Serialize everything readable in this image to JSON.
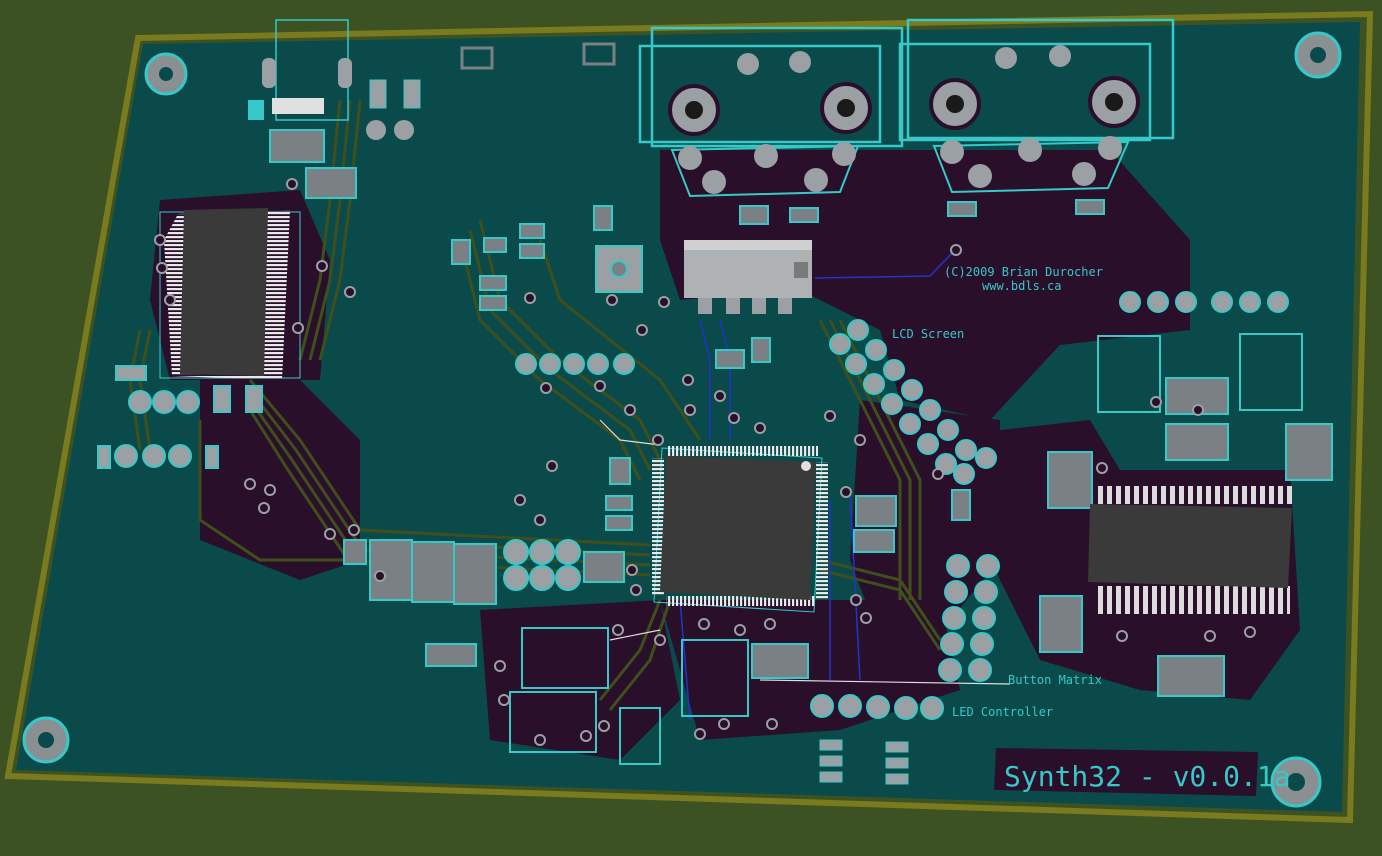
{
  "board": {
    "title": "Synth32 - v0.0.1a",
    "copyright_line1": "(C)2009 Brian Durocher",
    "copyright_line2": "www.bdls.ca",
    "label_lcd": "LCD Screen",
    "label_button_matrix": "Button Matrix",
    "label_led_controller": "LED Controller"
  },
  "colors": {
    "background": "#3d5222",
    "board_outline": "#7a7a1e",
    "substrate": "#0b4a4a",
    "copper_fill": "#2a0f2a",
    "traces": "#3a4a1e",
    "silkscreen": "#37c8c8",
    "chip": "#3a3a3a",
    "pads": "#9aa0a4"
  }
}
